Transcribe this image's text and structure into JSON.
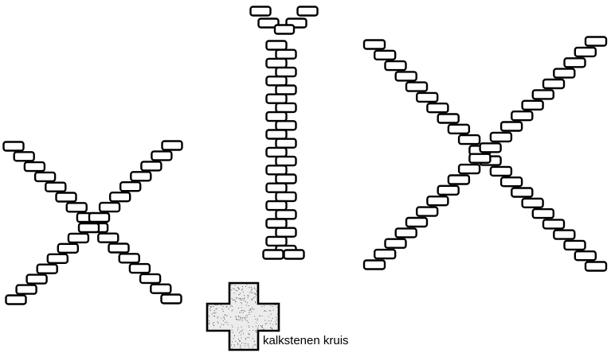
{
  "diagram": {
    "figures": [
      {
        "id": "x-left",
        "shape": "X"
      },
      {
        "id": "i-middle",
        "shape": "I"
      },
      {
        "id": "x-right",
        "shape": "X"
      }
    ],
    "legend": {
      "label": "kalkstenen kruis",
      "symbol": "stippled-cross-icon"
    },
    "colors": {
      "stroke": "#000000",
      "background": "#ffffff",
      "legend_fill": "#ececec"
    }
  }
}
